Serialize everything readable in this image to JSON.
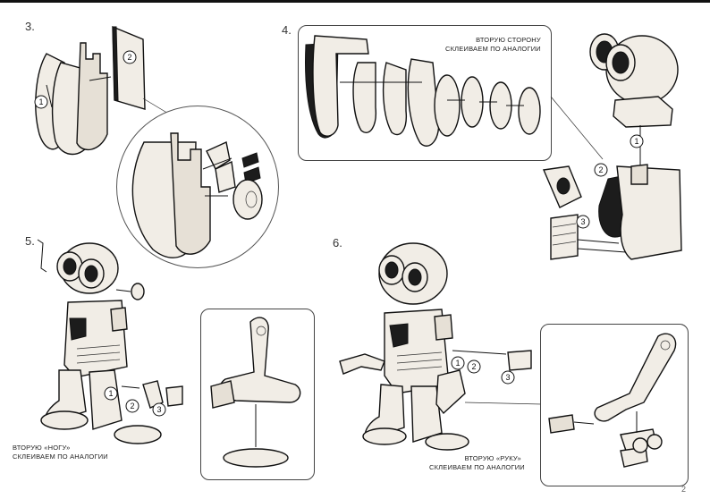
{
  "steps": [
    {
      "number": "3."
    },
    {
      "number": "4."
    },
    {
      "number": "5."
    },
    {
      "number": "6."
    }
  ],
  "captions": {
    "step4_line1": "ВТОРУЮ СТОРОНУ",
    "step4_line2": "СКЛЕИВАЕМ ПО АНАЛОГИИ",
    "step5_line1": "ВТОРУЮ «НОГУ»",
    "step5_line2": "СКЛЕИВАЕМ ПО АНАЛОГИИ",
    "step6_line1": "ВТОРУЮ «РУКУ»",
    "step6_line2": "СКЛЕИВАЕМ ПО АНАЛОГИИ"
  },
  "markers": {
    "one": "1",
    "two": "2",
    "three": "3"
  },
  "page_number": "2",
  "colors": {
    "wood": "#f1ede6",
    "outline": "#111111"
  }
}
